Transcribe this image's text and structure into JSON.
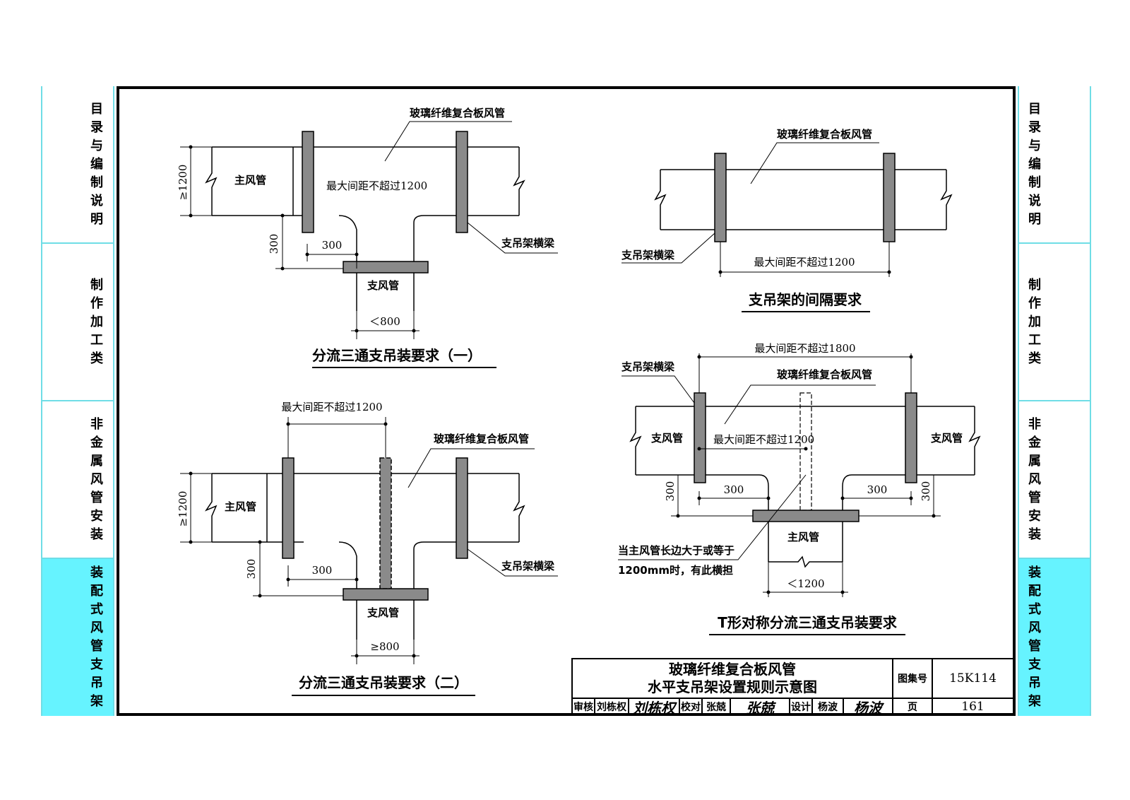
{
  "left_sidebar": [
    {
      "label": "目录与编制说明",
      "active": false
    },
    {
      "label": "制作加工类",
      "active": false
    },
    {
      "label": "非金属风管安装",
      "active": false
    },
    {
      "label": "装配式风管支吊架",
      "active": true
    }
  ],
  "right_sidebar": [
    {
      "label": "目录与编制说明",
      "active": false
    },
    {
      "label": "制作加工类",
      "active": false
    },
    {
      "label": "非金属风管安装",
      "active": false
    },
    {
      "label": "装配式风管支吊架",
      "active": true
    }
  ],
  "diagrams": {
    "d1": {
      "caption": "分流三通支吊装要求（一）",
      "duct_label": "玻璃纤维复合板风管",
      "main_duct": "主风管",
      "branch_duct": "支风管",
      "spacing_note": "最大间距不超过1200",
      "crossbeam": "支吊架横梁",
      "dim_height": "≥1200",
      "dim_300_v": "300",
      "dim_300_h": "300",
      "dim_branch": "＜800"
    },
    "d2": {
      "caption": "支吊架的间隔要求",
      "duct_label": "玻璃纤维复合板风管",
      "crossbeam": "支吊架横梁",
      "spacing_note": "最大间距不超过1200"
    },
    "d3": {
      "caption": "分流三通支吊装要求（二）",
      "duct_label": "玻璃纤维复合板风管",
      "main_duct": "主风管",
      "branch_duct": "支风管",
      "spacing_note": "最大间距不超过1200",
      "crossbeam": "支吊架横梁",
      "dim_height": "≥1200",
      "dim_300_v": "300",
      "dim_300_h": "300",
      "dim_branch": "≥800"
    },
    "d4": {
      "caption": "T形对称分流三通支吊装要求",
      "top_spacing": "最大间距不超过1800",
      "crossbeam": "支吊架横梁",
      "duct_label": "玻璃纤维复合板风管",
      "branch_left": "支风管",
      "branch_right": "支风管",
      "inner_spacing": "最大间距不超过1200",
      "main_duct": "主风管",
      "dim_300_l": "300",
      "dim_300_lv": "300",
      "dim_300_r": "300",
      "dim_300_rv": "300",
      "dim_main": "＜1200",
      "note_line1": "当主风管长边大于或等于",
      "note_line2": "1200mm时，有此横担"
    }
  },
  "title_block": {
    "title_line1": "玻璃纤维复合板风管",
    "title_line2": "水平支吊架设置规则示意图",
    "atlas_label": "图集号",
    "atlas_no": "15K114",
    "page_label": "页",
    "page_no": "161",
    "review_label": "审核",
    "reviewer": "刘栋权",
    "check_label": "校对",
    "checker": "张兢",
    "design_label": "设计",
    "designer": "杨波"
  },
  "colors": {
    "sidebar_accent": "#66f3ff",
    "hanger_fill": "#8a8a8a"
  }
}
